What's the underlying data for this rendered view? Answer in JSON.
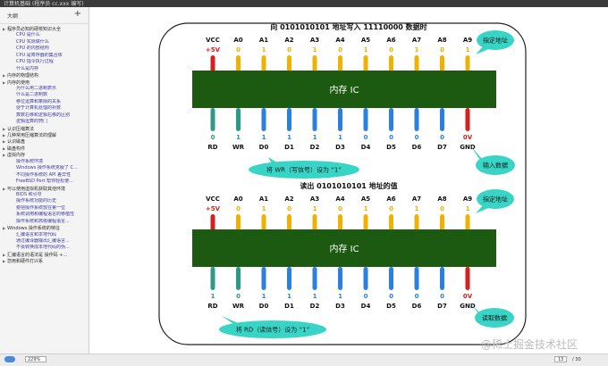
{
  "window": {
    "title": "计算机基础 (程序员 cc.xxx 编写)"
  },
  "sidebar": {
    "title": "大纲",
    "add_label": "+",
    "items": [
      {
        "label": "程序员必知的硬核知识大全",
        "level": 1,
        "arrow": true
      },
      {
        "label": "CPU 是什么",
        "level": 2
      },
      {
        "label": "CPU 实际做什么",
        "level": 2
      },
      {
        "label": "CPU 的内部结构",
        "level": 2
      },
      {
        "label": "CPU 是寄存器的集合体",
        "level": 2
      },
      {
        "label": "CPU 指令执行过程",
        "level": 2
      },
      {
        "label": "什么是内存",
        "level": 2
      },
      {
        "label": "内存的物理结构",
        "level": 1,
        "arrow": true
      },
      {
        "label": "内存的使用",
        "level": 1,
        "arrow": true
      },
      {
        "label": "为什么用二进制表示",
        "level": 2
      },
      {
        "label": "什么是二进制数",
        "level": 2
      },
      {
        "label": "移位运算和乘除的关系",
        "level": 2
      },
      {
        "label": "便于计算机处理的补数",
        "level": 2
      },
      {
        "label": "算数右移和逻辑右移的区别",
        "level": 2
      },
      {
        "label": "逻辑运算的窍门",
        "level": 2
      },
      {
        "label": "认识压缩算法",
        "level": 1,
        "arrow": true
      },
      {
        "label": "几种常用压缩算法的理解",
        "level": 1,
        "arrow": true
      },
      {
        "label": "认识磁盘",
        "level": 1,
        "arrow": true
      },
      {
        "label": "磁盘构件",
        "level": 1,
        "arrow": true
      },
      {
        "label": "虚拟内存",
        "level": 1,
        "arrow": true
      },
      {
        "label": "操作系统环境",
        "level": 2
      },
      {
        "label": "Windows 操作系统克服了 C...",
        "level": 2
      },
      {
        "label": "不同操作系统的 API 差异性",
        "level": 2
      },
      {
        "label": "FreeBSD Port 帮你轻松使...",
        "level": 2
      },
      {
        "label": "可以使用虚拟机获取其他环境",
        "level": 1,
        "arrow": true
      },
      {
        "label": "BIOS 和引导",
        "level": 2
      },
      {
        "label": "操作系统功能的历史",
        "level": 2
      },
      {
        "label": "要把操作系统放在第一位",
        "level": 2
      },
      {
        "label": "系统调用和编程语言的移植性",
        "level": 2
      },
      {
        "label": "操作系统和高级编程语言...",
        "level": 2
      },
      {
        "label": "Windows 操作系统的特征",
        "level": 1,
        "arrow": true
      },
      {
        "label": "汇编语言和本地代码",
        "level": 2
      },
      {
        "label": "通过编译器输出汇编语言...",
        "level": 2
      },
      {
        "label": "不会转换成本地代码的伪...",
        "level": 2
      },
      {
        "label": "汇编语言的语法是 操作码 +...",
        "level": 1,
        "arrow": true
      },
      {
        "label": "您用和硬件打兴系",
        "level": 1,
        "arrow": true
      }
    ]
  },
  "diagram": {
    "top": {
      "title": "向 0101010101 地址写入 11110000 数据时",
      "chip_label": "内存 IC",
      "top_pins": [
        "VCC",
        "A0",
        "A1",
        "A2",
        "A3",
        "A4",
        "A5",
        "A6",
        "A7",
        "A8",
        "A9"
      ],
      "top_values": [
        "+5V",
        "0",
        "1",
        "0",
        "1",
        "0",
        "1",
        "0",
        "1",
        "0",
        "1"
      ],
      "bottom_pins": [
        "RD",
        "WR",
        "D0",
        "D1",
        "D2",
        "D3",
        "D4",
        "D5",
        "D6",
        "D7",
        "GND"
      ],
      "bottom_values": [
        "0",
        "1",
        "1",
        "1",
        "1",
        "1",
        "0",
        "0",
        "0",
        "0",
        "0V"
      ],
      "callout_address": "指定地址",
      "callout_data": "输入数据",
      "callout_signal": "将 WR（写信号）设为 “1”"
    },
    "bottom": {
      "title": "读出 0101010101 地址的值",
      "chip_label": "内存 IC",
      "top_pins": [
        "VCC",
        "A0",
        "A1",
        "A2",
        "A3",
        "A4",
        "A5",
        "A6",
        "A7",
        "A8",
        "A9"
      ],
      "top_values": [
        "+5V",
        "0",
        "1",
        "0",
        "1",
        "0",
        "1",
        "0",
        "1",
        "0",
        "1"
      ],
      "bottom_pins": [
        "RD",
        "WR",
        "D0",
        "D1",
        "D2",
        "D3",
        "D4",
        "D5",
        "D6",
        "D7",
        "GND"
      ],
      "bottom_values": [
        "1",
        "0",
        "1",
        "1",
        "1",
        "1",
        "0",
        "0",
        "0",
        "0",
        "0V"
      ],
      "callout_address": "指定地址",
      "callout_data": "读取数据",
      "callout_signal": "将 RD（读信号）设为 “1”"
    },
    "watermark": "@稀土掘金技术社区"
  },
  "bottombar": {
    "zoom": "229%",
    "page": "13",
    "total": "/ 30"
  },
  "colors": {
    "chip": "#1c5a12",
    "pin_vcc": "#d61f1f",
    "pin_addr": "#f2b000",
    "pin_ctrl": "#2c9a88",
    "pin_data": "#2b7fe0",
    "pin_gnd": "#d61f1f",
    "callout": "#38d5c7"
  }
}
